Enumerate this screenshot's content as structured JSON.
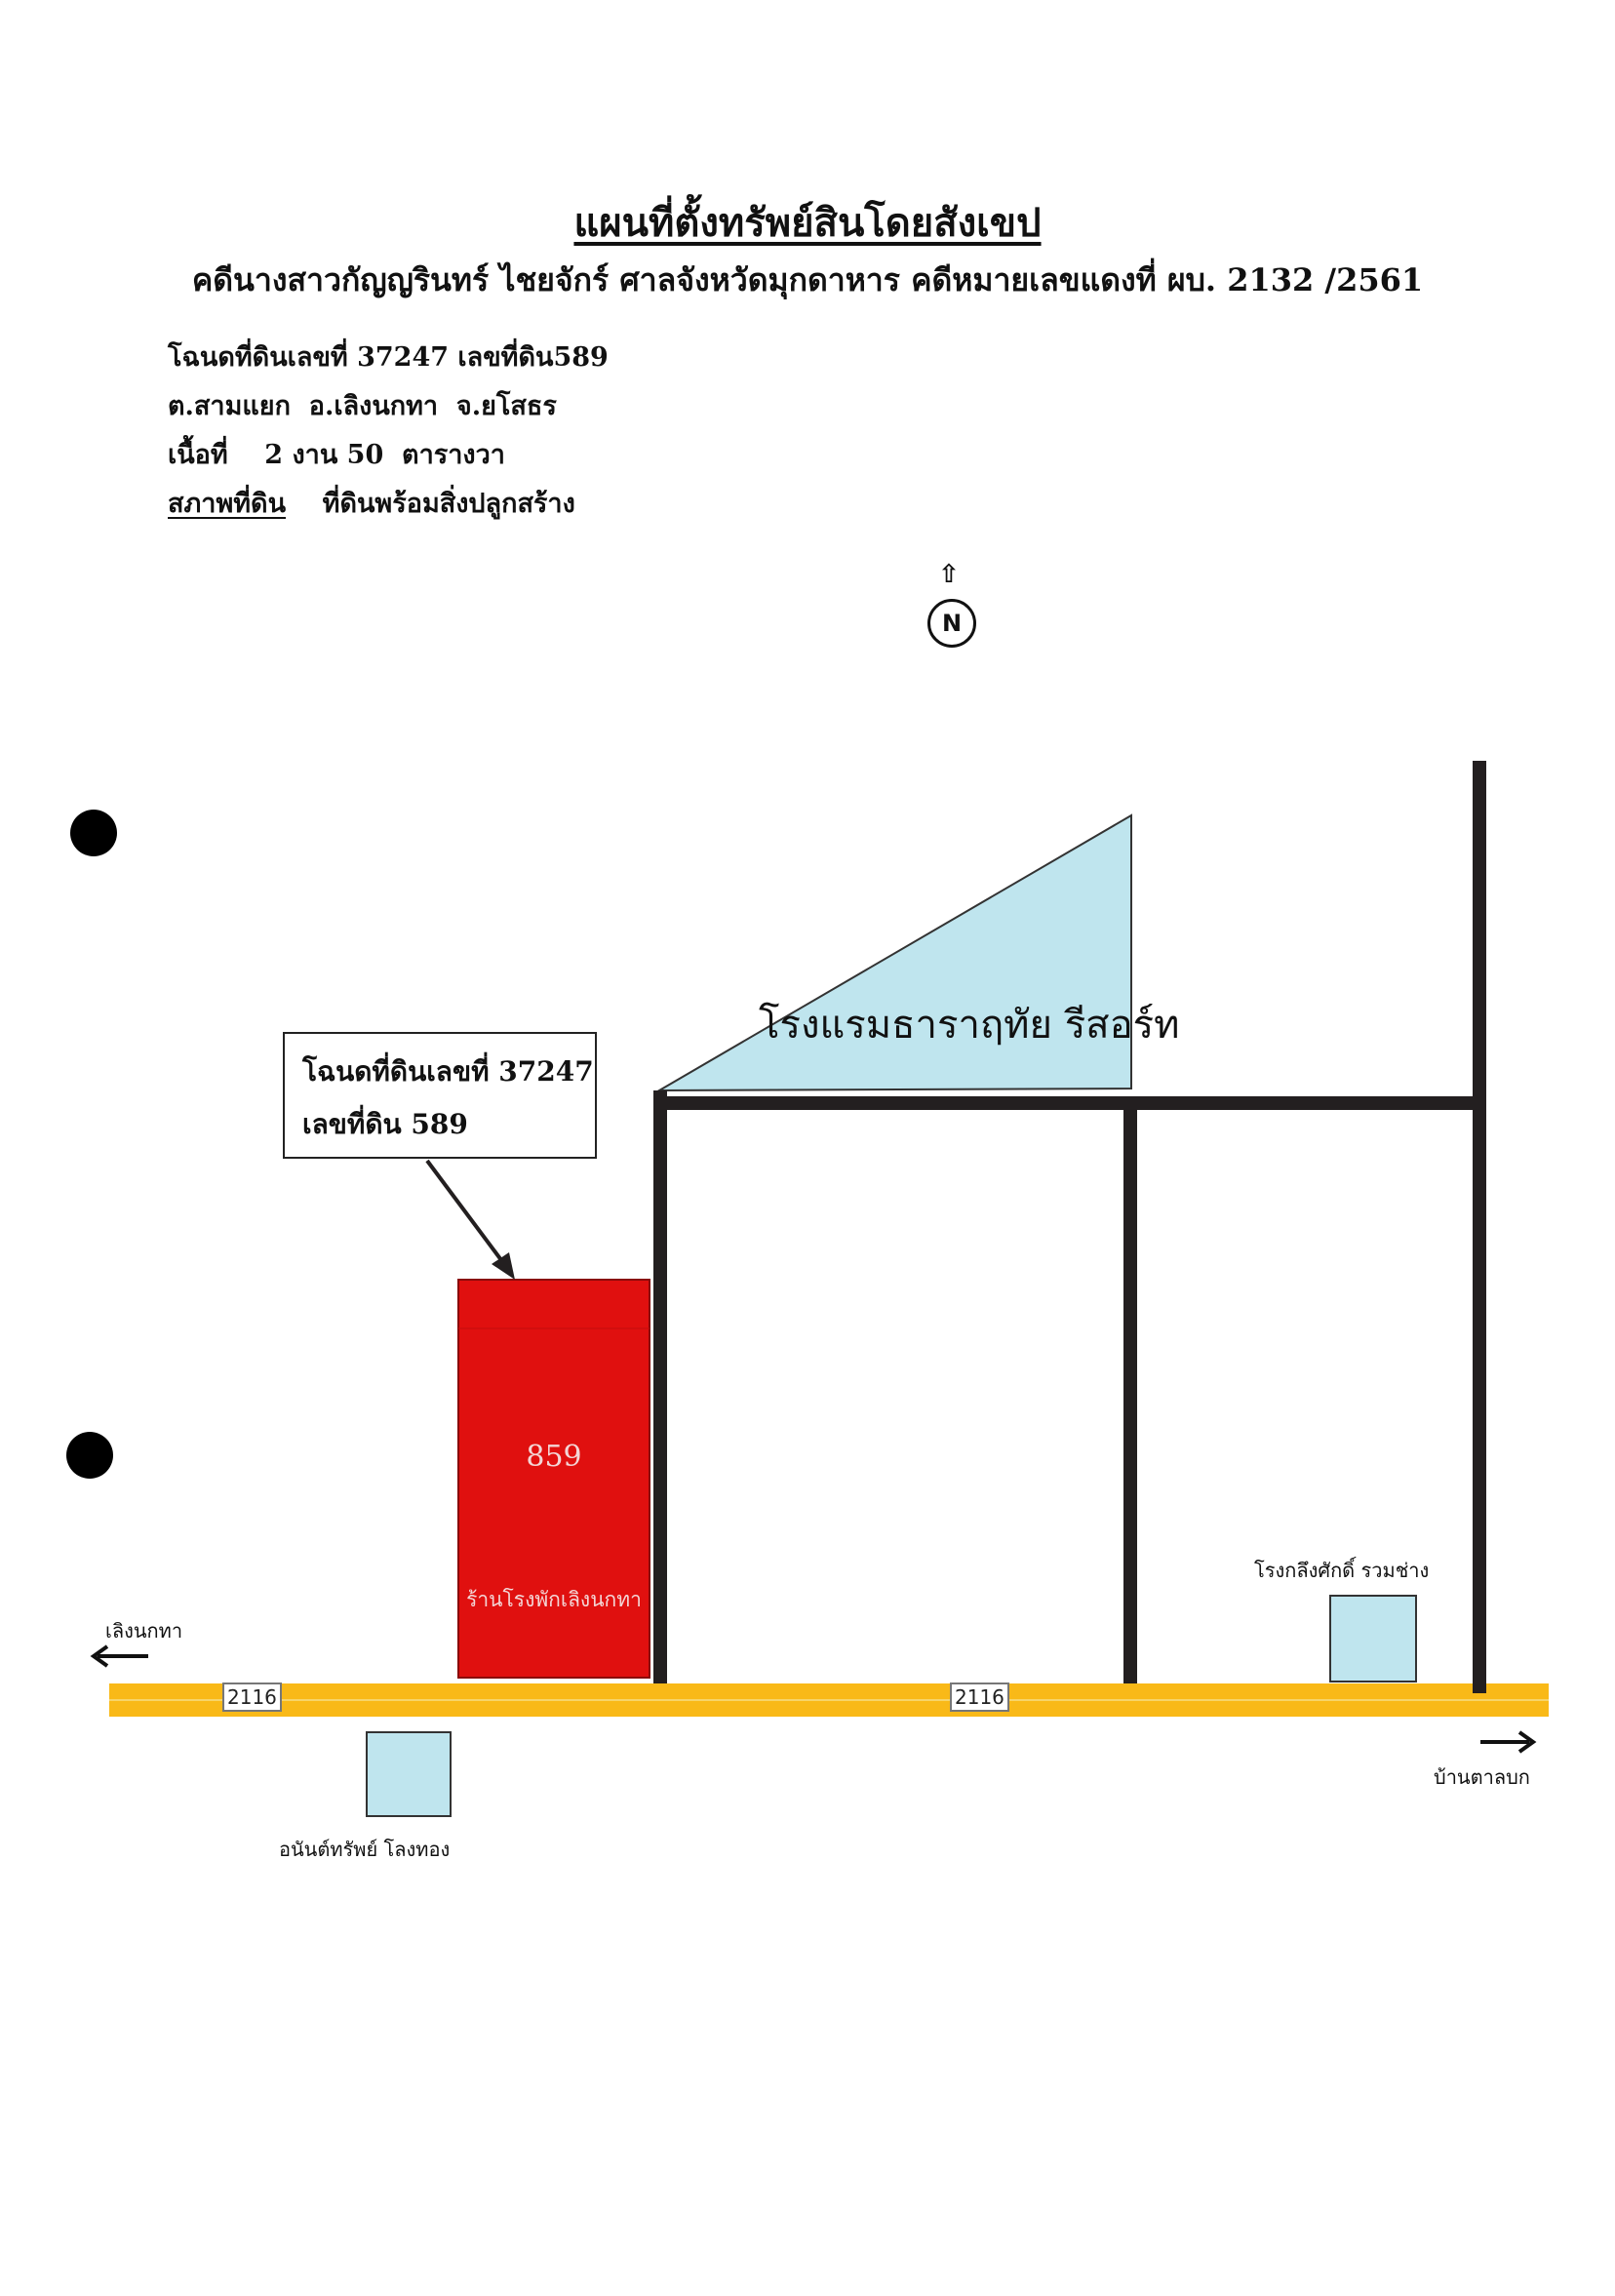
{
  "header": {
    "title": "แผนที่ตั้งทรัพย์สินโดยสังเขป",
    "subtitle": "คดีนางสาวกัญญรินทร์ ไชยจักร์ ศาลจังหวัดมุกดาหาร คดีหมายเลขแดงที่  ผบ. 2132 /2561"
  },
  "info": {
    "deed_line": "โฉนดที่ดินเลขที่ 37247 เลขที่ดิน589",
    "location_line": "ต.สามแยก  อ.เลิงนกทา  จ.ยโสธร",
    "area_line": "เนื้อที่    2 งาน 50  ตารางวา",
    "condition_label": "สภาพที่ดิน",
    "condition_value": "ที่ดินพร้อมสิ่งปลูกสร้าง"
  },
  "compass": {
    "letter": "N",
    "arrow": "⇧"
  },
  "map": {
    "callout_line1": "โฉนดที่ดินเลขที่ 37247",
    "callout_line2": "เลขที่ดิน 589",
    "plot_number": "859",
    "shop_label": "ร้านโรงพักเลิงนกทา",
    "hotel_label": "โรงแรมธาราฤทัย รีสอร์ท",
    "mill_label": "โรงกลึงศักดิ์  รวมช่าง",
    "property_label": "อนันต์ทรัพย์ โลงทอง",
    "west_label": "เลิงนกทา",
    "east_label": "บ้านตาลบก",
    "road_number_1": "2116",
    "road_number_2": "2116"
  },
  "colors": {
    "plot_red": "#e0100f",
    "building_blue": "#bfe5ee",
    "road_yellow": "#f9b918",
    "boundary_black": "#231f20"
  }
}
